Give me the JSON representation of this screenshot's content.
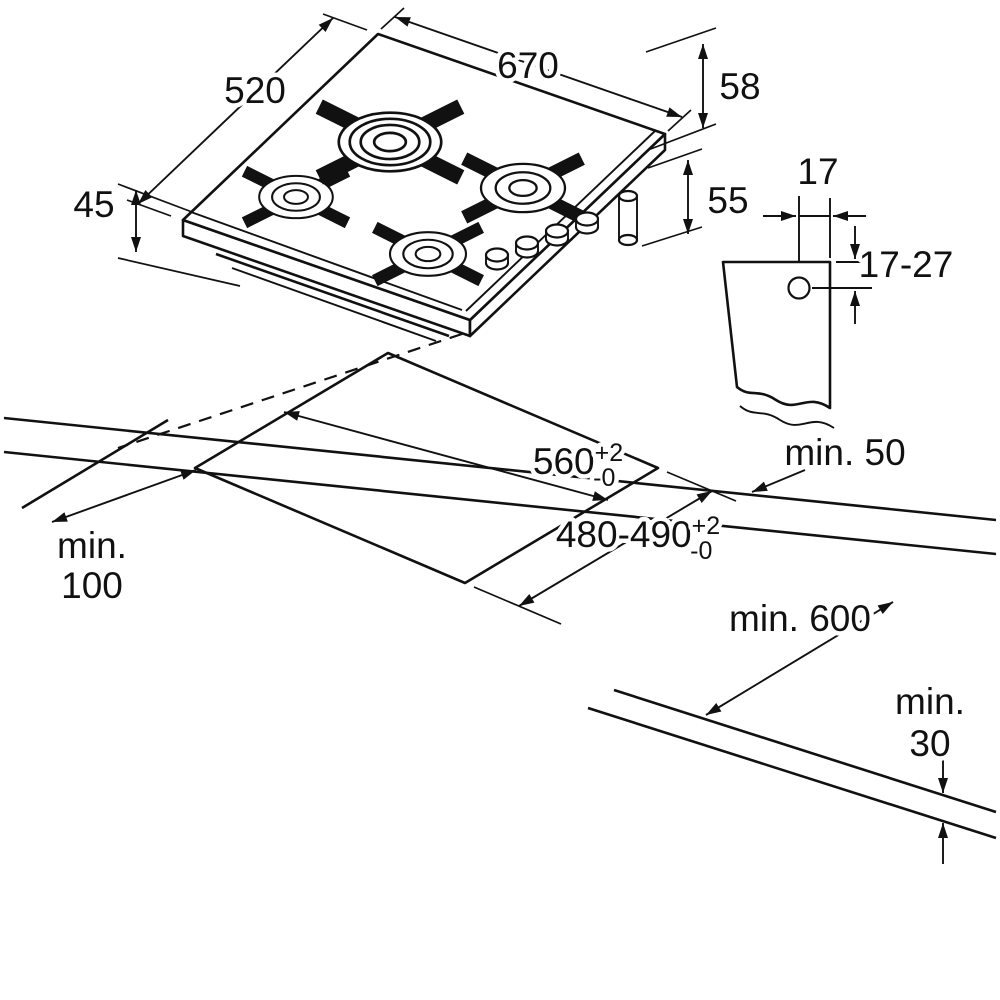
{
  "figure": {
    "type": "gas-hob-installation-diagram",
    "colors": {
      "line": "#111111",
      "background": "#ffffff"
    },
    "labels": {
      "width": "670",
      "depth": "520",
      "height": "45",
      "height_overall": "58",
      "height_below": "55",
      "edge_offset": "17",
      "hole_range": "17-27",
      "rear_clearance": "min. 50",
      "left_clearance_line1": "min.",
      "left_clearance_line2": "100",
      "counter_depth": "min. 600",
      "thickness_line1": "min.",
      "thickness_line2": "30",
      "cutout_width": {
        "value": "560",
        "plus": "+2",
        "minus": "-0"
      },
      "cutout_depth": {
        "value": "480-490",
        "plus": "+2",
        "minus": "-0"
      }
    }
  }
}
